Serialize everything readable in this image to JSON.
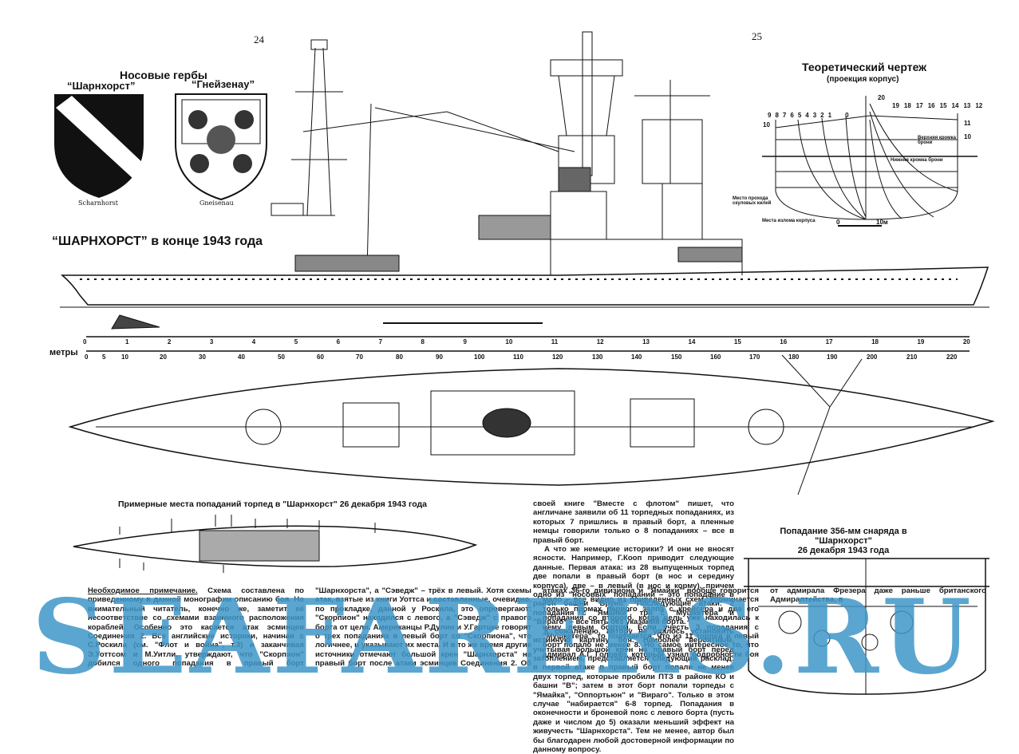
{
  "page_numbers": {
    "left": "24",
    "right": "25"
  },
  "coats_of_arms": {
    "title": "Носовые гербы",
    "left_label": "“Шарнхорст”",
    "right_label": "“Гнейзенау”",
    "left_caption": "Scharnhorst",
    "right_caption": "Gneisenau"
  },
  "body_plan": {
    "title": "Теоретический чертеж",
    "subtitle": "(проекция корпус)",
    "frames_left": [
      "9",
      "8",
      "7",
      "6",
      "5",
      "4",
      "3",
      "2",
      "1",
      "0"
    ],
    "frames_right": [
      "20",
      "19",
      "18",
      "17",
      "16",
      "15",
      "14",
      "13",
      "12"
    ],
    "waterlines": [
      "10",
      "11",
      "10"
    ],
    "labels": {
      "upper_armor": "Верхняя кромка брони",
      "lower_armor": "Нижняя кромка брони",
      "bilge_keels": "Место прохода скуловых килей",
      "hull_break": "Места излома корпуса"
    },
    "scale": {
      "start": "0",
      "end": "10м"
    }
  },
  "profile_title": "“ШАРНХОРСТ” в конце 1943 года",
  "scales": {
    "frames": [
      "0",
      "1",
      "2",
      "3",
      "4",
      "5",
      "6",
      "7",
      "8",
      "9",
      "10",
      "11",
      "12",
      "13",
      "14",
      "15",
      "16",
      "17",
      "18",
      "19",
      "20"
    ],
    "meters_label": "метры",
    "meters": [
      "0",
      "5",
      "10",
      "20",
      "30",
      "40",
      "50",
      "60",
      "70",
      "80",
      "90",
      "100",
      "110",
      "120",
      "130",
      "140",
      "150",
      "160",
      "170",
      "180",
      "190",
      "200",
      "210",
      "220"
    ]
  },
  "torpedo_caption": "Примерные места попаданий торпед в \"Шарнхорст\" 26 декабря 1943 года",
  "shell_caption": {
    "line1": "Попадание 356-мм снаряда в \"Шарнхорст\"",
    "line2": "26 декабря 1943 года"
  },
  "text": {
    "col1_lead": "Необходимое примечание.",
    "col1": " Схема составлена по приведенному в данной монографии описанию боя. Но внимательный читатель, конечно же, заметит её несоответствие со схемами взаимного расположения кораблей. Особенно это касается атак эсминцев Соединения 2. Все английские историки, начиная с С.Роскила (см. \"Флот и война\", т.3) и заканчивая Э.Уоттсом и М.Уитли, утверждают, что \"Скорпион\" добился одного попадания в правый борт \"Шарнхорста\", а \"Сэведж\" – трёх в левый. Хотя схемы атак, взятые из книги Уоттса и составленные, очевидно, по прокладке, данной у Роскила, это опровергают: \"Скорпион\" находился с левого, а \"Сэведж\" с правого борта от цели. Американцы Р.Дулин и У.Гартцке говорят о трех попаданиях в левый борт со \"Скорпиона\", что логичнее, и указывают их места. И в то же время другие источники отмечают большой крен \"Шарнхорста\" на правый борт после атаки эсминцев Соединения 2. Об атаках 36-го дивизиона и \"Ямайки\" вообще говорится мало – все видно из приведенных схем. Упоминается только промах первого залпа с крейсера и два его попадания со второго, когда цель уже находилась к нему левым бортом. Если учесть 3 попадания с \"Мушкетера\", то получается, что из 11 торпед в левый борт попало не менее 8. Но самое интересное то, что адмирал А.Г. Головко, который узнал подробности боя от адмирала Фрезера даже раньше британского Адмиралтейства, в",
    "col3_p1": "своей книге \"Вместе с флотом\" пишет, что англичане заявили об 11 торпедных попаданиях, из которых 7 пришлись в правый борт, а пленные немцы говорили только о 8 попаданиях – все в правый борт.",
    "col3_p2": "А что же немецкие историки? И они не вносят ясности. Например, Г.Кооп приводит следующие данные. Первая атака: из 28 выпущенных торпед две попали в правый борт (в нос и середину корпуса), две – в левый (в нос и корму), причем одно из \"носовых\" попаданий – это попадание в район башни \"Бруно\". Последующие атаки: 2 попадания с \"Ямайки\", три с \"Мушкетера\" и \"Вираго\" – все пять без указания борта.",
    "col3_p3": "К сожалению, автору не удалось установить истинную картину боя. Наиболее вероятным, учитывая большой крен на правый борт перед затоплением, представляется следующий расклад: в первой атаке в правый борт попали не менее двух торпед, которые пробили ПТЗ в районе КО и башни \"В\"; затем в этот борт попали торпеды с \"Ямайка\", \"Оппортьюн\" и \"Вираго\". Только в этом случае \"набирается\" 6-8 торпед. Попадания в оконечности и броневой пояс с левого борта (пусть даже и числом до 5) оказали меньший эффект на живучесть \"Шарнхорста\". Тем не менее, автор был бы благодарен любой достоверной информации по данному вопросу."
  },
  "watermark": "SEAFARERS.RU",
  "colors": {
    "ink": "#111111",
    "watermark": "#3f97c8"
  }
}
